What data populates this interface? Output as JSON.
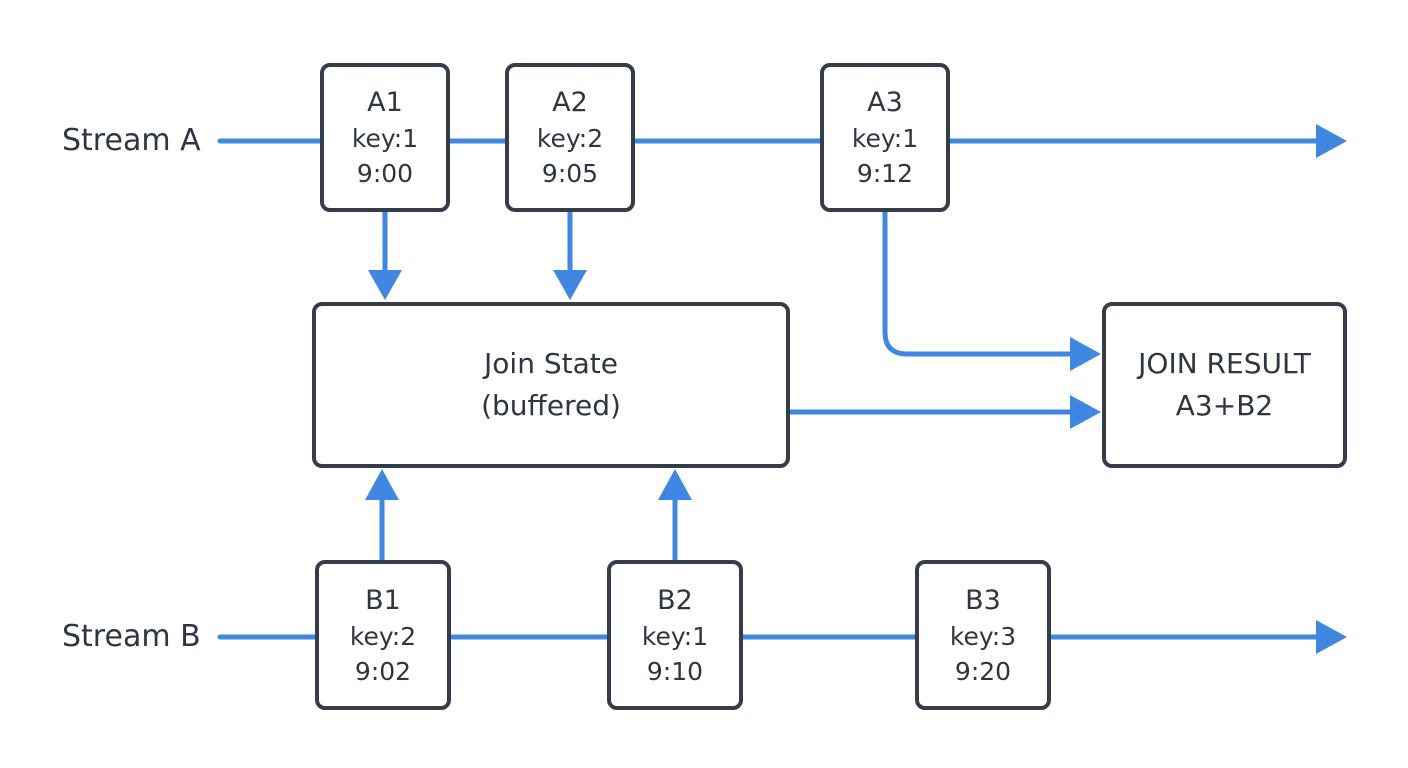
{
  "streams": {
    "a_label": "Stream A",
    "b_label": "Stream B"
  },
  "events": {
    "a1": {
      "name": "A1",
      "key": "key:1",
      "time": "9:00"
    },
    "a2": {
      "name": "A2",
      "key": "key:2",
      "time": "9:05"
    },
    "a3": {
      "name": "A3",
      "key": "key:1",
      "time": "9:12"
    },
    "b1": {
      "name": "B1",
      "key": "key:2",
      "time": "9:02"
    },
    "b2": {
      "name": "B2",
      "key": "key:1",
      "time": "9:10"
    },
    "b3": {
      "name": "B3",
      "key": "key:3",
      "time": "9:20"
    }
  },
  "join_state": {
    "line1": "Join State",
    "line2": "(buffered)"
  },
  "join_result": {
    "line1": "JOIN RESULT",
    "line2": "A3+B2"
  },
  "colors": {
    "arrow": "#3f87e0",
    "box_border": "#343d49",
    "text": "#2d3642"
  }
}
